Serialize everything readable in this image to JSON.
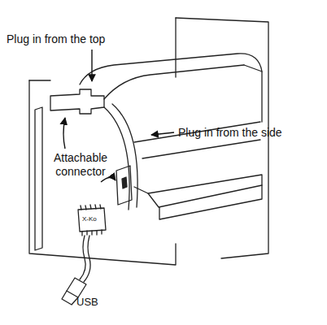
{
  "diagram": {
    "labels": [
      "Plug in from the top",
      "Plug in from the side",
      "Attachable connector",
      "X-Ko",
      "USB"
    ]
  }
}
